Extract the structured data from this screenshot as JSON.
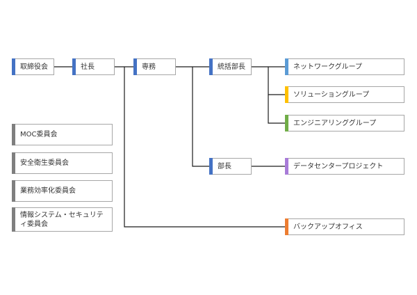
{
  "nodes": {
    "board": {
      "label": "取締役会",
      "accent": "#4472c4"
    },
    "president": {
      "label": "社長",
      "accent": "#4472c4"
    },
    "senior_director": {
      "label": "専務",
      "accent": "#4472c4"
    },
    "general_manager": {
      "label": "統括部長",
      "accent": "#4472c4"
    },
    "manager": {
      "label": "部長",
      "accent": "#4472c4"
    },
    "network_group": {
      "label": "ネットワークグループ",
      "accent": "#5b9bd5"
    },
    "solution_group": {
      "label": "ソリューショングループ",
      "accent": "#ffc000"
    },
    "engineering_group": {
      "label": "エンジニアリンググループ",
      "accent": "#70ad47"
    },
    "datacenter_project": {
      "label": "データセンタープロジェクト",
      "accent": "#a87bd8"
    },
    "backup_office": {
      "label": "バックアップオフィス",
      "accent": "#ed7d31"
    }
  },
  "committees": [
    {
      "label": "MOC委員会",
      "accent": "#7f7f7f"
    },
    {
      "label": "安全衛生委員会",
      "accent": "#7f7f7f"
    },
    {
      "label": "業務効率化委員会",
      "accent": "#7f7f7f"
    },
    {
      "label": "情報システム・セキュリティ委員会",
      "accent": "#7f7f7f"
    }
  ],
  "connector_color": "#1a1a1a"
}
